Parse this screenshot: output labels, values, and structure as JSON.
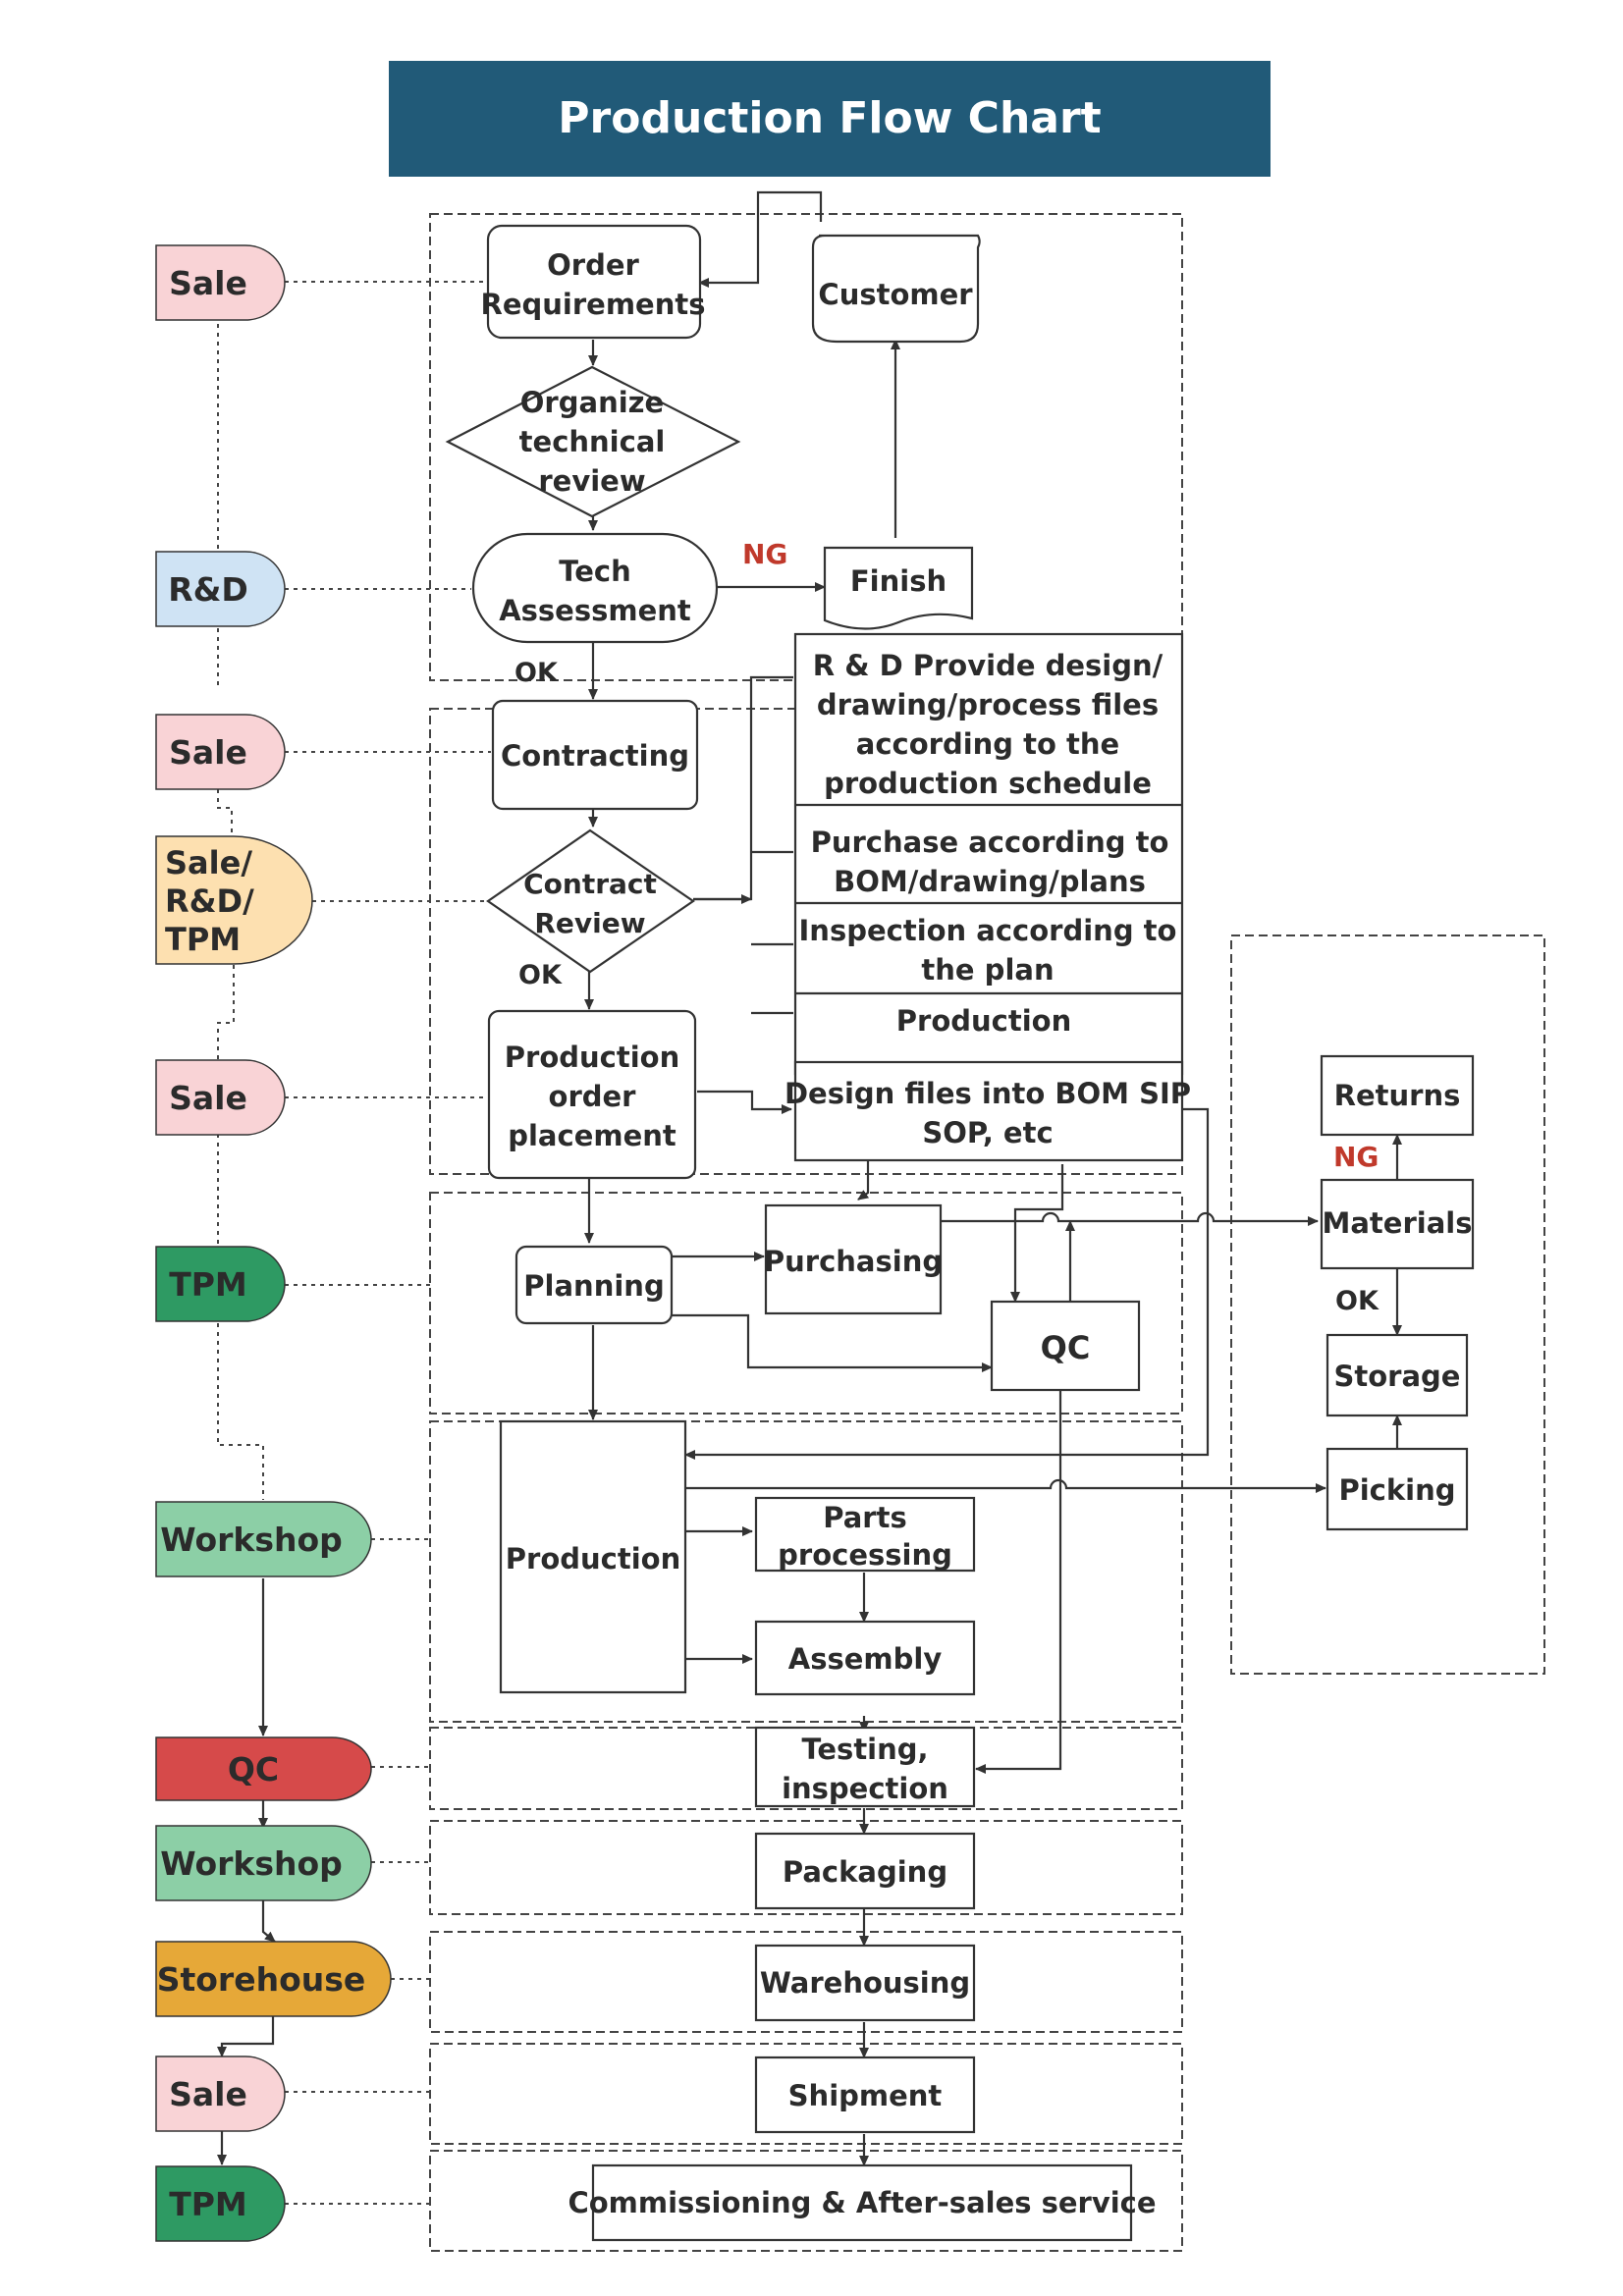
{
  "title": "Production Flow Chart",
  "colors": {
    "title_bg": "#215a78",
    "sale": "#f9d3d6",
    "rd": "#cfe3f4",
    "mixed": "#fde0b0",
    "tpm": "#2e9a63",
    "workshop": "#8ccfa6",
    "qc": "#d64a4a",
    "storehouse": "#e6a838",
    "ng": "#c0392b"
  },
  "roles": {
    "sale1": "Sale",
    "rd": "R&D",
    "sale2": "Sale",
    "mixed": [
      "Sale/",
      "R&D/",
      "TPM"
    ],
    "sale3": "Sale",
    "tpm1": "TPM",
    "workshop1": "Workshop",
    "qc": "QC",
    "workshop2": "Workshop",
    "storehouse": "Storehouse",
    "sale4": "Sale",
    "tpm2": "TPM"
  },
  "nodes": {
    "order_req": [
      "Order",
      "Requirements"
    ],
    "customer": "Customer",
    "organize": [
      "Organize",
      "technical",
      "review"
    ],
    "tech": [
      "Tech",
      "Assessment"
    ],
    "finish": "Finish",
    "contracting": "Contracting",
    "contract_review": [
      "Contract",
      "Review"
    ],
    "prod_order": [
      "Production",
      "order",
      "placement"
    ],
    "planning": "Planning",
    "purchasing": "Purchasing",
    "qc_box": "QC",
    "production_main": "Production",
    "parts": [
      "Parts",
      "processing"
    ],
    "assembly": "Assembly",
    "testing": [
      "Testing,",
      "inspection"
    ],
    "packaging": "Packaging",
    "warehousing": "Warehousing",
    "shipment": "Shipment",
    "commissioning": "Commissioning & After-sales service",
    "returns": "Returns",
    "materials": "Materials",
    "storage": "Storage",
    "picking": "Picking"
  },
  "table": {
    "row1": [
      "R & D Provide design/",
      "drawing/process files",
      "according to the",
      "production schedule"
    ],
    "row2": [
      "Purchase according to",
      "BOM/drawing/plans"
    ],
    "row3": [
      "Inspection according to",
      "the plan"
    ],
    "row4": "Production",
    "row5": [
      "Design files into BOM SIP",
      "SOP, etc"
    ]
  },
  "edge_labels": {
    "ng1": "NG",
    "ok1": "OK",
    "ok2": "OK",
    "ng2": "NG",
    "ok3": "OK"
  }
}
